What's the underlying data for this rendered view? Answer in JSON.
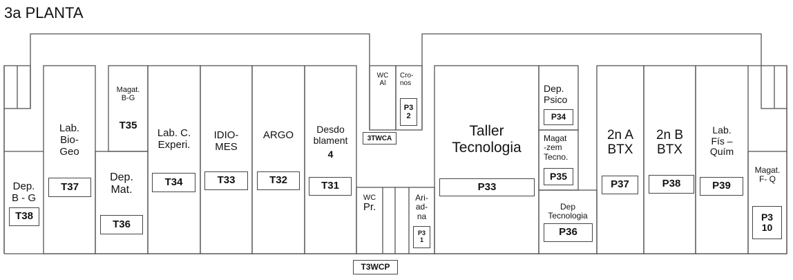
{
  "title": "3a PLANTA",
  "rooms": {
    "dep_bg": {
      "name": "Dep.\nB - G",
      "code": "T38"
    },
    "lab_biogeo": {
      "name": "Lab.\nBio-\nGeo",
      "code": "T37"
    },
    "magat_bg": {
      "name": "Magat.\nB-G",
      "code": "T35"
    },
    "dep_mat": {
      "name": "Dep.\nMat.",
      "code": "T36"
    },
    "lab_c_experi": {
      "name": "Lab. C.\nExperi.",
      "code": "T34"
    },
    "idiomes": {
      "name": "IDIO-\nMES",
      "code": "T33"
    },
    "argo": {
      "name": "ARGO",
      "code": "T32"
    },
    "desdoblament": {
      "name": "Desdo\nblament",
      "num": "4",
      "code": "T31"
    },
    "wc_al": {
      "name": "WC\nAl",
      "code": "3TWCA"
    },
    "cronos": {
      "name": "Cro-\nnos",
      "code": "P3\n2"
    },
    "wc_pr": {
      "name_small": "WC",
      "name_big": "Pr.",
      "code": "T3WCP"
    },
    "ariadna": {
      "name": "Ari-\nad-\nna",
      "code": "P3\n1"
    },
    "taller": {
      "name": "Taller\nTecnologia",
      "code": "P33"
    },
    "dep_psico": {
      "name": "Dep.\nPsico",
      "code": "P34"
    },
    "magatzem_tecno": {
      "name": "Magat\n-zem\nTecno.",
      "code": "P35"
    },
    "dep_tecnologia": {
      "name": "Dep\nTecnologia",
      "code": "P36"
    },
    "btx_2a": {
      "name": "2n A\nBTX",
      "code": "P37"
    },
    "btx_2b": {
      "name": "2n B\nBTX",
      "code": "P38"
    },
    "lab_fq": {
      "name": "Lab.\nFís –\nQuím",
      "code": "P39"
    },
    "magat_fq": {
      "name": "Magat.\nF- Q",
      "code": "P3\n10"
    }
  }
}
